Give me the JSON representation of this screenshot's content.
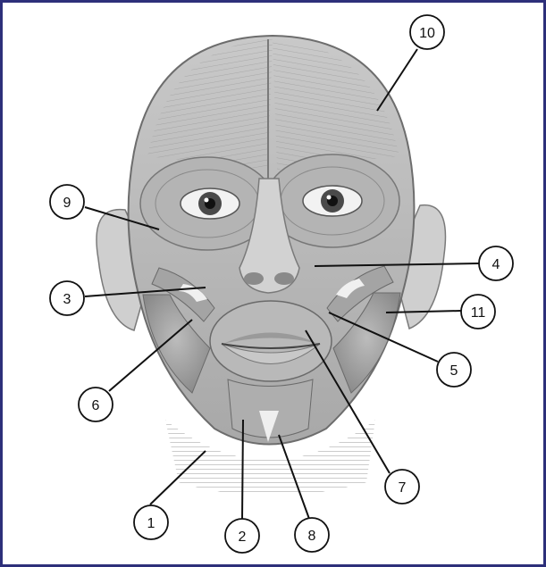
{
  "colors": {
    "frame": "#2d2f7a",
    "muscle_light": "#d9d9d9",
    "muscle_mid": "#9a9a9a",
    "muscle_dark": "#5b5b5b",
    "leader": "#111111"
  },
  "callouts": [
    {
      "label": "1"
    },
    {
      "label": "2"
    },
    {
      "label": "3"
    },
    {
      "label": "4"
    },
    {
      "label": "5"
    },
    {
      "label": "6"
    },
    {
      "label": "7"
    },
    {
      "label": "8"
    },
    {
      "label": "9"
    },
    {
      "label": "10"
    },
    {
      "label": "11"
    }
  ]
}
